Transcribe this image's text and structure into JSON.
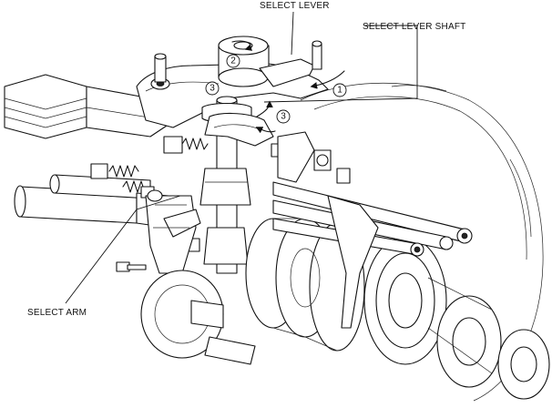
{
  "labels": {
    "select_lever": "SELECT LEVER",
    "select_lever_shaft": "SELECT LEVER SHAFT",
    "select_arm": "SELECT ARM"
  },
  "markers": {
    "m1": "1",
    "m2": "2",
    "m3a": "3",
    "m3b": "3"
  }
}
